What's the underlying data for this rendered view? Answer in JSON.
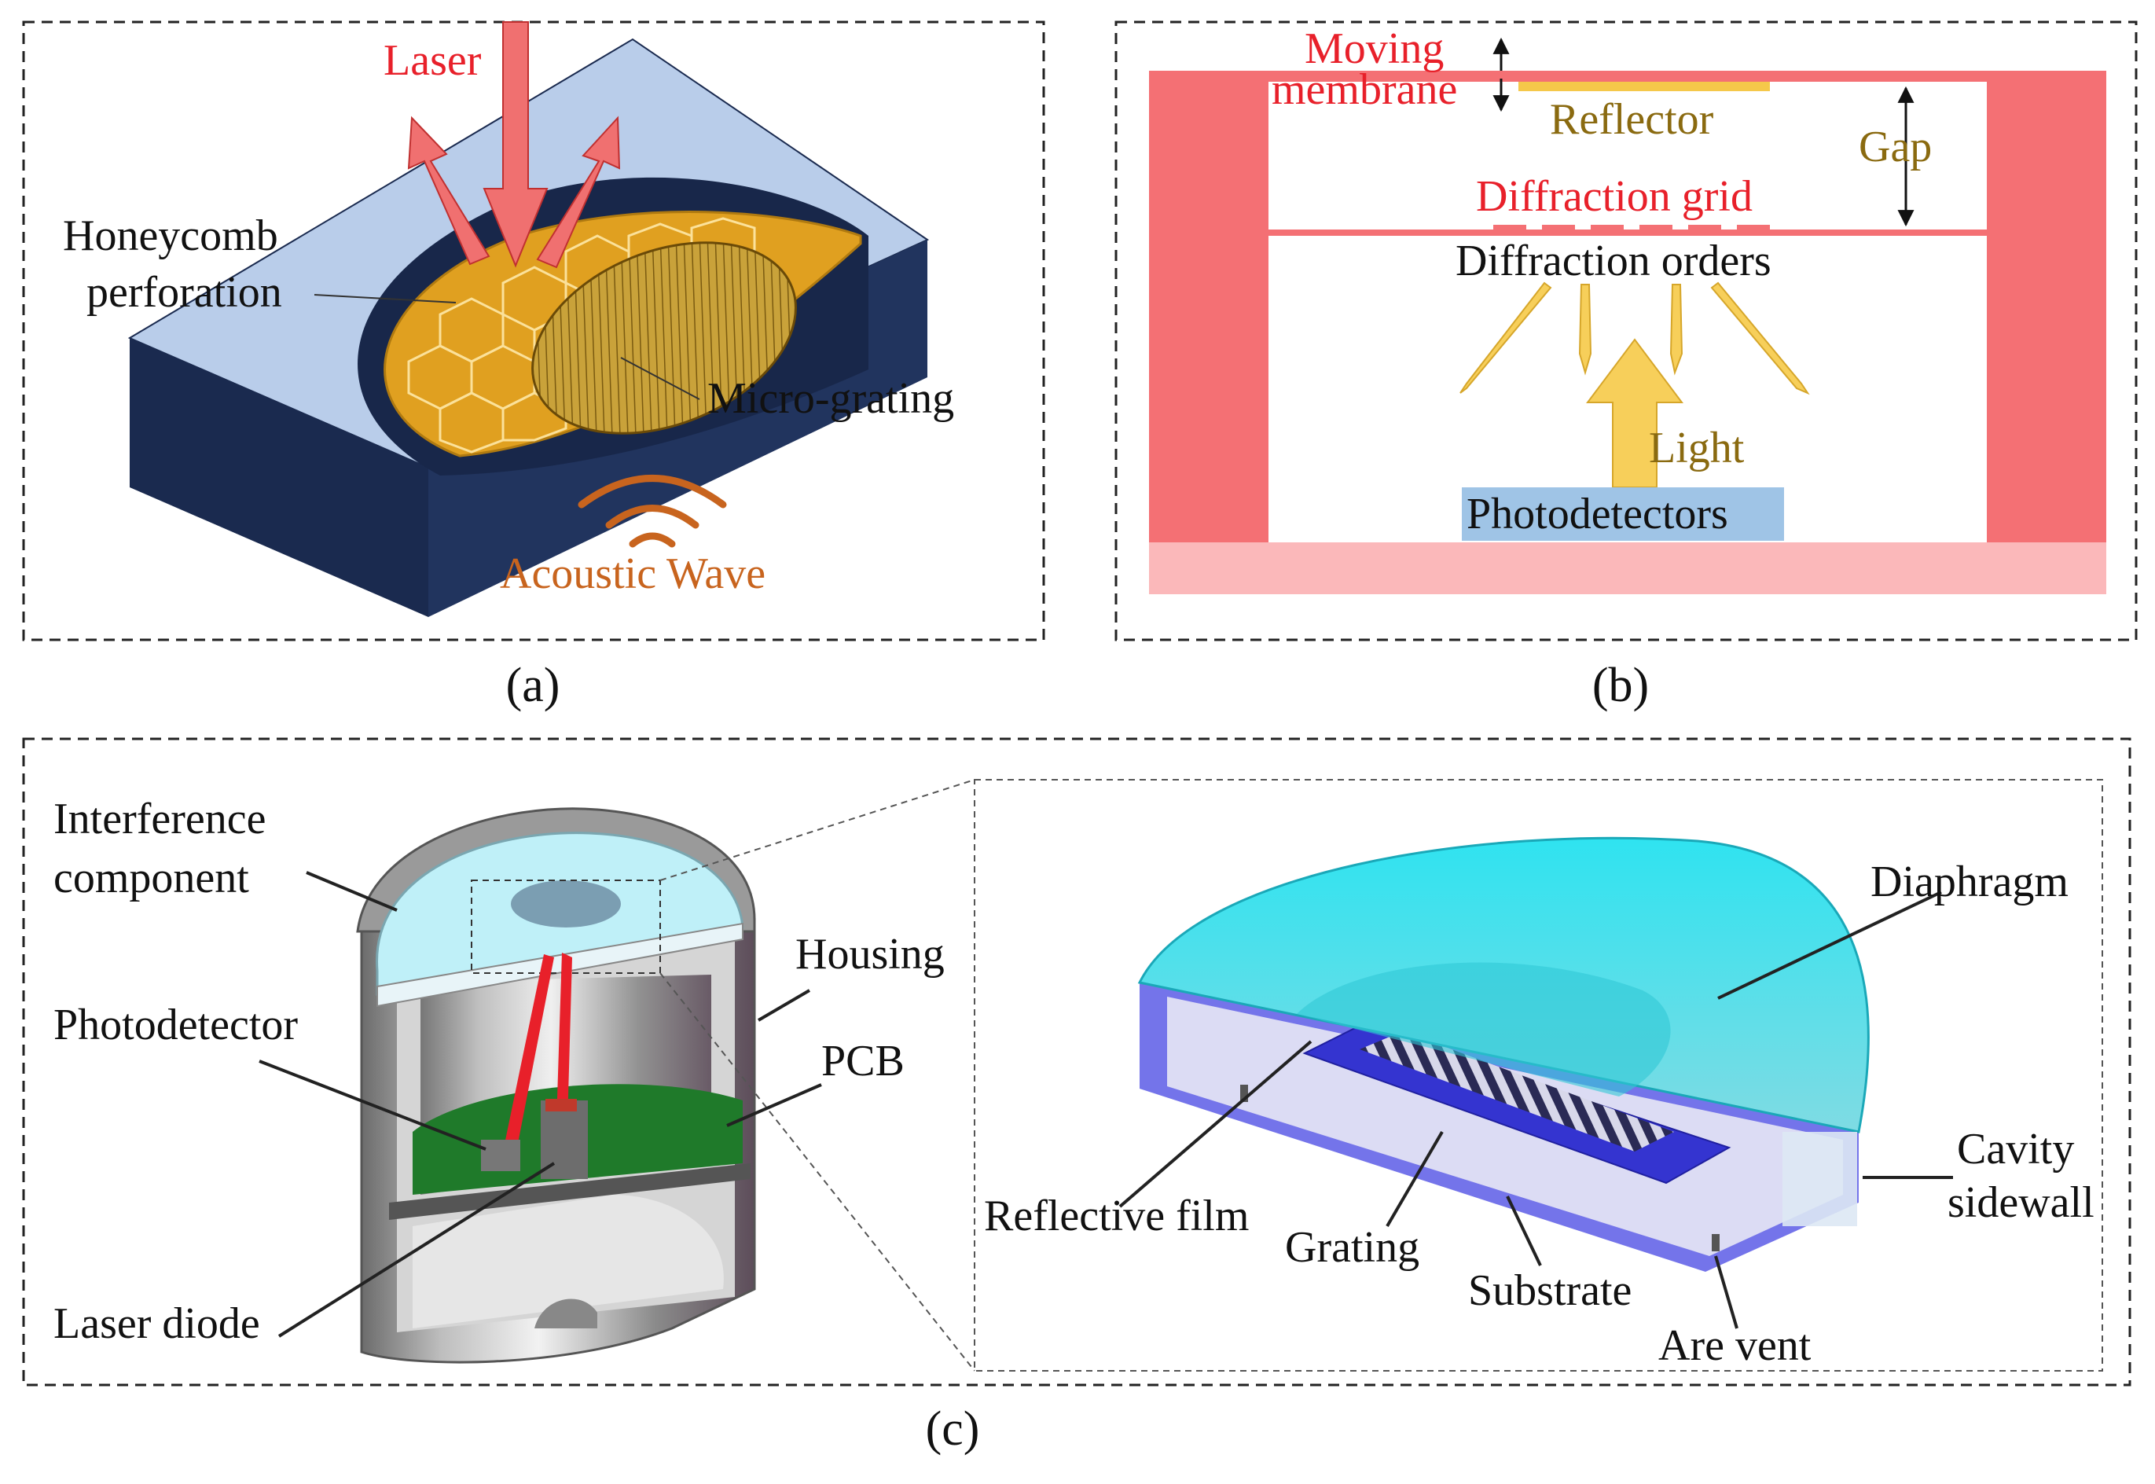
{
  "panels": {
    "a": {
      "caption": "(a)",
      "labels": {
        "laser": "Laser",
        "honeycomb": "Honeycomb",
        "perforation": "perforation",
        "micro_grating": "Micro-grating",
        "acoustic_wave": "Acoustic Wave"
      }
    },
    "b": {
      "caption": "(b)",
      "labels": {
        "moving": "Moving",
        "membrane": "membrane",
        "reflector": "Reflector",
        "gap": "Gap",
        "diffraction_grid": "Diffraction grid",
        "diffraction_orders": "Diffraction orders",
        "light": "Light",
        "photodetectors": "Photodetectors"
      }
    },
    "c": {
      "caption": "(c)",
      "labels": {
        "interference": "Interference",
        "component": "component",
        "housing": "Housing",
        "photodetector": "Photodetector",
        "pcb": "PCB",
        "laser_diode": "Laser diode",
        "diaphragm": "Diaphragm",
        "reflective_film": "Reflective film",
        "grating": "Grating",
        "substrate": "Substrate",
        "are_vent": "Are vent",
        "cavity": "Cavity",
        "sidewall": "sidewall"
      }
    }
  },
  "colors": {
    "housing_blue": "#b9cdea",
    "housing_navy": "#1a2a4f",
    "membrane_gold": "#e0a020",
    "laser_red": "#f07070",
    "pink_frame": "#f47074",
    "pink_base": "#fbb8ba",
    "photodetector_blue": "#9fc4e6",
    "light_yellow": "#f7cf5a",
    "label_red": "#e8202a",
    "label_olive": "#8a6a10",
    "label_orange": "#c8641e",
    "cyan": "#3fd6e6",
    "sensor_blue": "#4a4ae0",
    "pcb_green": "#1f7a2a"
  }
}
